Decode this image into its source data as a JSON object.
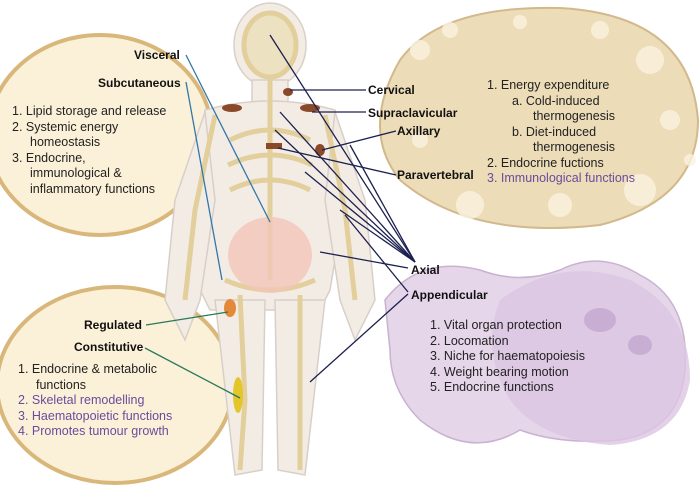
{
  "labels": {
    "visceral": "Visceral",
    "subcutaneous": "Subcutaneous",
    "cervical": "Cervical",
    "supraclavicular": "Supraclavicular",
    "axillary": "Axillary",
    "paravertebral": "Paravertebral",
    "axial": "Axial",
    "appendicular": "Appendicular",
    "regulated": "Regulated",
    "constitutive": "Constitutive"
  },
  "white_fat": [
    "1.  Lipid storage and release",
    "2.  Systemic energy",
    "homeostasis",
    "3.  Endocrine,",
    "immunological &",
    "inflammatory functions"
  ],
  "brown_fat": [
    "1.  Energy expenditure",
    "a.  Cold-induced",
    "thermogenesis",
    "b.  Diet-induced",
    "thermogenesis",
    "2.  Endocrine fuctions",
    "3.  Immunological functions"
  ],
  "marrow_fat": [
    "1.  Endocrine & metabolic",
    "functions",
    "2.  Skeletal remodelling",
    "3.  Haematopoietic functions",
    "4.  Promotes tumour growth"
  ],
  "bone": [
    "1.  Vital organ protection",
    "2.  Locomation",
    "3.  Niche for haematopoiesis",
    "4.  Weight bearing motion",
    "5.  Endocrine functions"
  ],
  "colors": {
    "white_fat": "#fbf1d8",
    "brown_fat": "#ecdcb8",
    "bone_cell": "#e6d6ea",
    "accent_purple": "#6a4c9c",
    "line_navy": "#1c2050"
  }
}
